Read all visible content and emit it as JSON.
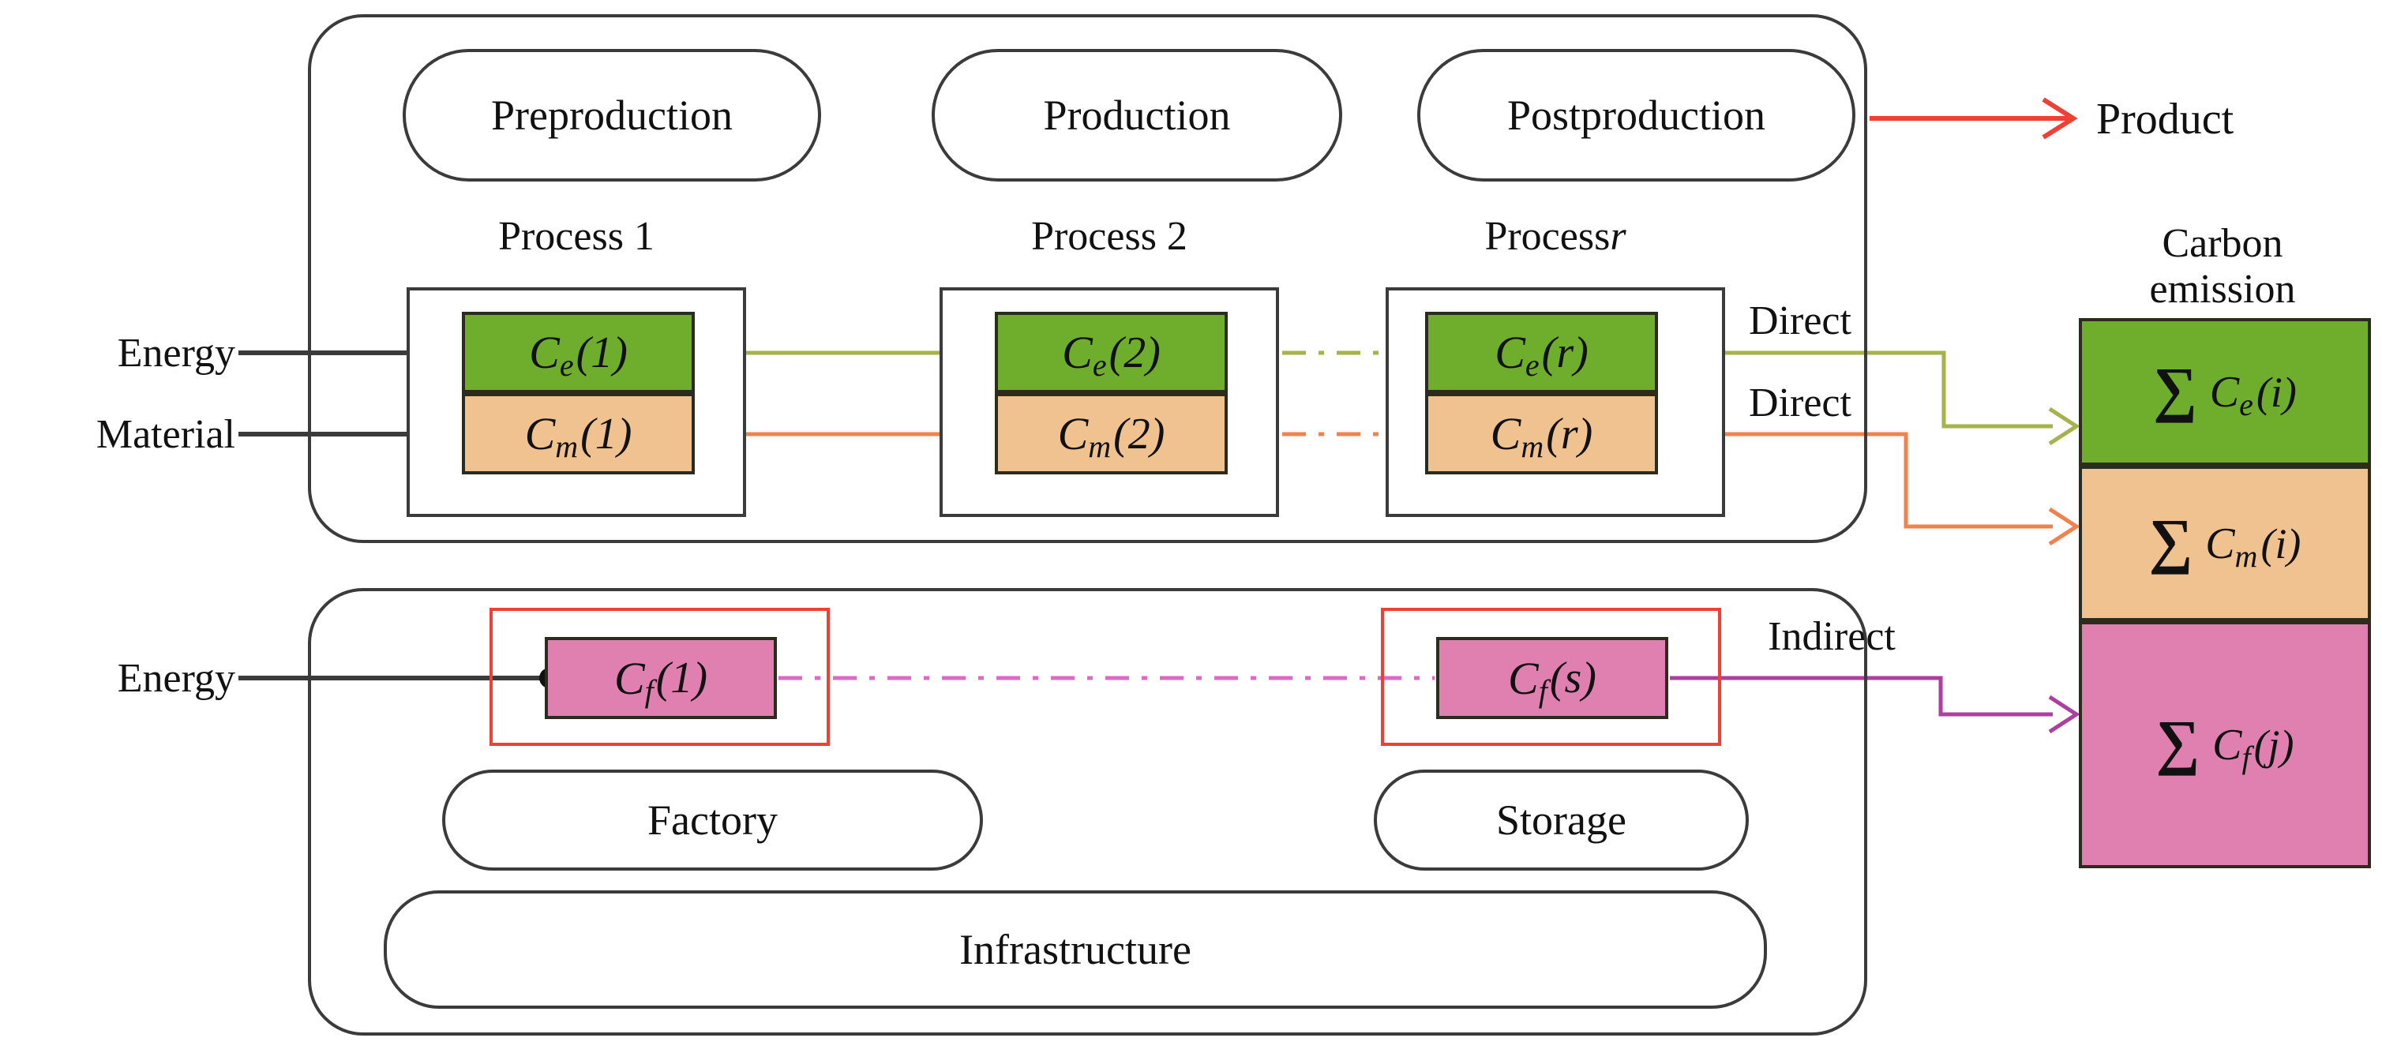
{
  "colors": {
    "green_box": "#6FAD2D",
    "tan_box": "#EFC28F",
    "pink_box": "#DF80B0",
    "olive_line": "#A6B24B",
    "orange_line": "#F2824D",
    "pink_dash_line": "#DC6BC6",
    "magenta_line": "#AC3F9F",
    "red_accent": "#EE4035",
    "dark_border": "#3b3b3b",
    "black_line": "#3b3b3b",
    "dot_black": "#111111"
  },
  "stages": [
    {
      "label": "Preproduction"
    },
    {
      "label": "Production"
    },
    {
      "label": "Postproduction"
    }
  ],
  "inputs": {
    "energy_top": "Energy",
    "material": "Material",
    "energy_bottom": "Energy"
  },
  "processes": [
    {
      "title_plain": "Process 1",
      "title_italic": "",
      "energy": {
        "base": "C",
        "sub": "e",
        "arg": "(1)"
      },
      "material": {
        "base": "C",
        "sub": "m",
        "arg": "(1)"
      }
    },
    {
      "title_plain": "Process 2",
      "title_italic": "",
      "energy": {
        "base": "C",
        "sub": "e",
        "arg": "(2)"
      },
      "material": {
        "base": "C",
        "sub": "m",
        "arg": "(2)"
      }
    },
    {
      "title_plain": "Process ",
      "title_italic": "r",
      "energy": {
        "base": "C",
        "sub": "e",
        "arg": "(r)"
      },
      "material": {
        "base": "C",
        "sub": "m",
        "arg": "(r)"
      }
    }
  ],
  "flow_labels": {
    "direct_energy": "Direct",
    "direct_material": "Direct",
    "indirect": "Indirect"
  },
  "product": {
    "label": "Product"
  },
  "emission": {
    "title_line1": "Carbon",
    "title_line2": "emission",
    "items": [
      {
        "sigma": "∑",
        "base": "C",
        "sub": "e",
        "arg": "(i)"
      },
      {
        "sigma": "∑",
        "base": "C",
        "sub": "m",
        "arg": "(i)"
      },
      {
        "sigma": "∑",
        "base": "C",
        "sub": "f",
        "arg": "(j)"
      }
    ]
  },
  "infrastructure_section": {
    "factory": "Factory",
    "storage": "Storage",
    "infrastructure": "Infrastructure",
    "units": [
      {
        "base": "C",
        "sub": "f",
        "arg": "(1)"
      },
      {
        "base": "C",
        "sub": "f",
        "arg": "(s)"
      }
    ]
  }
}
